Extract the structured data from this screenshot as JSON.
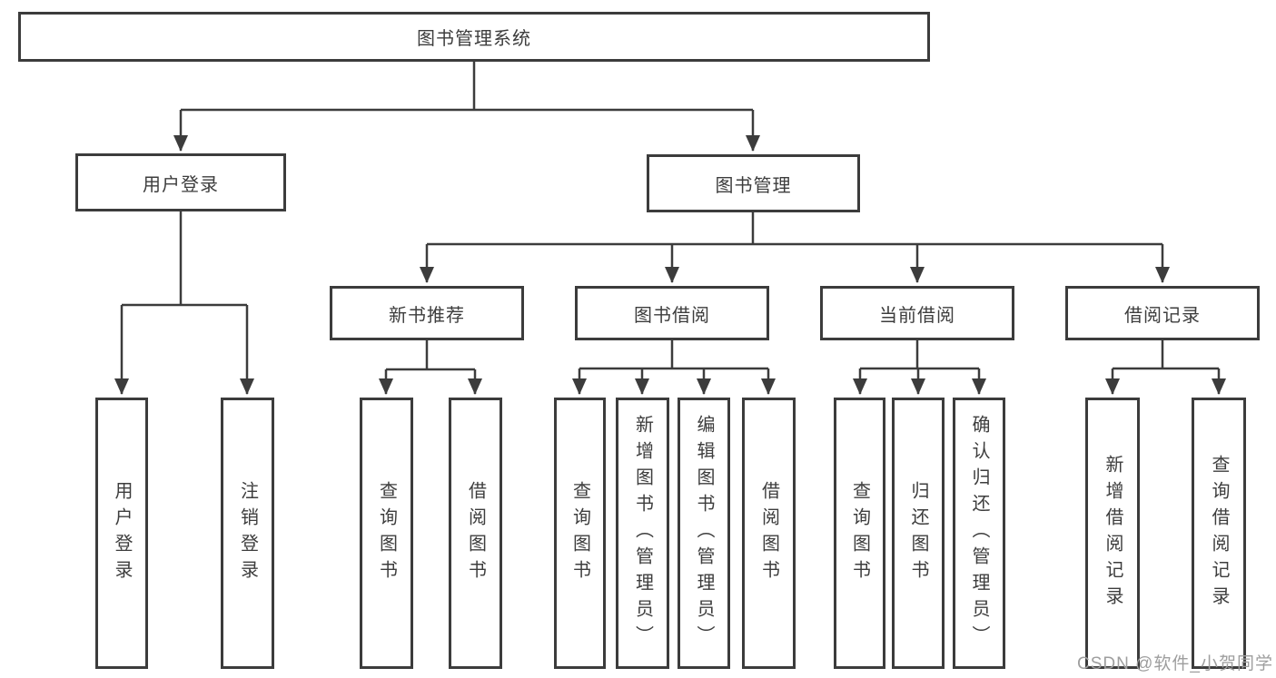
{
  "nodes": {
    "root": "图书管理系统",
    "l2": [
      "用户登录",
      "图书管理"
    ],
    "l3": [
      "新书推荐",
      "图书借阅",
      "当前借阅",
      "借阅记录"
    ],
    "l4": [
      "用户登录",
      "注销登录",
      "查询图书",
      "借阅图书",
      "查询图书",
      "新增图书（管理员）",
      "编辑图书（管理员）",
      "借阅图书",
      "查询图书",
      "归还图书",
      "确认归还（管理员）",
      "新增借阅记录",
      "查询借阅记录"
    ]
  },
  "watermark": "CSDN @软件_小贺同学",
  "colors": {
    "line": "#3c3c3c",
    "box_border": "#3c3c3c",
    "text": "#3d3d3d",
    "watermark": "#9e9e9e",
    "background": "#ffffff"
  }
}
